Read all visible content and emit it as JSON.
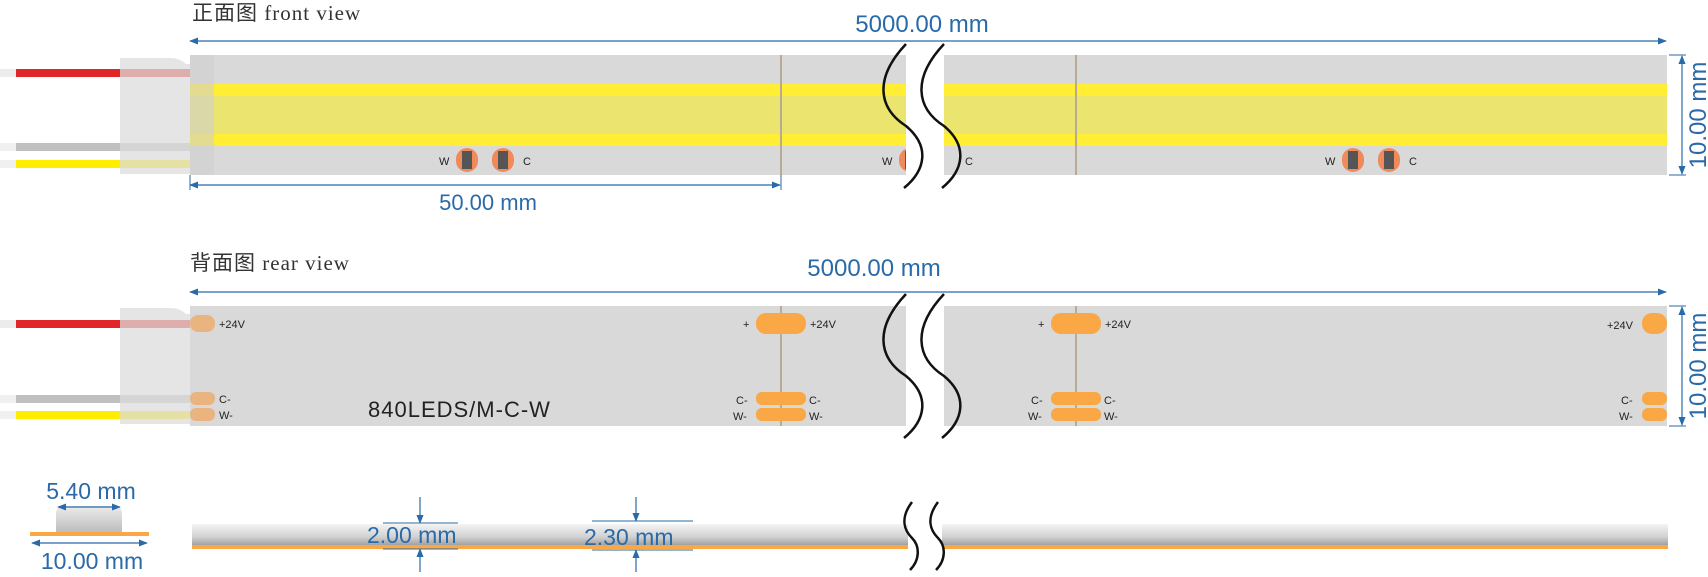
{
  "front": {
    "title": "正面图 front view",
    "length_label": "5000.00 mm",
    "width_label": "10.00 mm",
    "cut_label": "50.00 mm",
    "led_w_label": "W",
    "led_c_label": "C"
  },
  "rear": {
    "title": "背面图 rear view",
    "length_label": "5000.00 mm",
    "width_label": "10.00 mm",
    "model": "840LEDS/M-C-W",
    "pad_plus_label": "+24V",
    "plus_sign": "+",
    "pad_c_label": "C-",
    "pad_w_label": "W-"
  },
  "side": {
    "height_label": "2.00 mm",
    "total_height_label": "2.30 mm"
  },
  "section": {
    "top_width_label": "5.40 mm",
    "bottom_width_label": "10.00 mm"
  },
  "colors": {
    "strip": "#d9d9d9",
    "led_yellow": "#ffee33",
    "dimension_blue": "#2a6aa8",
    "pad_orange": "#f9a845",
    "wire_red": "#e1262a",
    "wire_yellow": "#ffee00",
    "wire_grey": "#c0c0c0"
  }
}
